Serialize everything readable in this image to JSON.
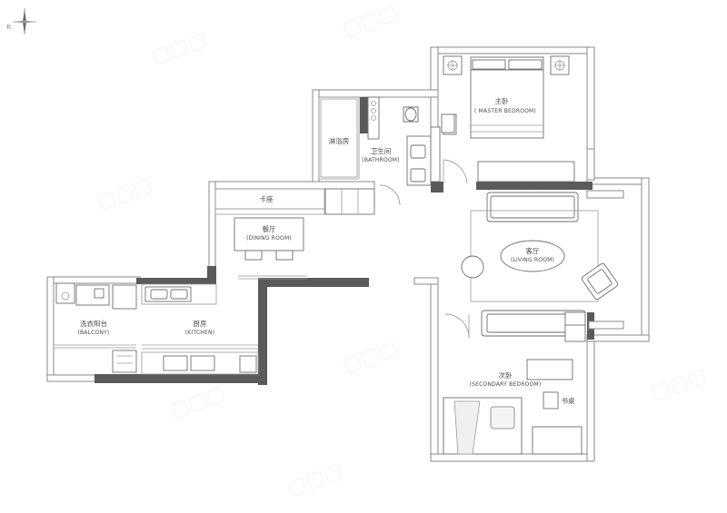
{
  "compass": {
    "label": "北"
  },
  "rooms": {
    "master_bedroom": {
      "cn": "主卧",
      "en": "( MASTER BEDROOM)"
    },
    "shower": {
      "cn": "淋浴房"
    },
    "bathroom": {
      "cn": "卫生间",
      "en": "(BATHROOM)"
    },
    "booth": {
      "cn": "卡座"
    },
    "dining": {
      "cn": "餐厅",
      "en": "(DINING ROOM)"
    },
    "living": {
      "cn": "客厅",
      "en": "(LIVING ROOM)"
    },
    "balcony": {
      "cn": "洗衣阳台",
      "en": "(BALCONY)"
    },
    "kitchen": {
      "cn": "厨房",
      "en": "(KITCHEN)"
    },
    "secondary_bedroom": {
      "cn": "次卧",
      "en": "(SECONDARY BEDROOM)"
    },
    "desk": {
      "cn": "书桌"
    }
  },
  "colors": {
    "wall": "#5a5a5a",
    "line": "#8a8a8a",
    "label": "#4a4a4a"
  }
}
